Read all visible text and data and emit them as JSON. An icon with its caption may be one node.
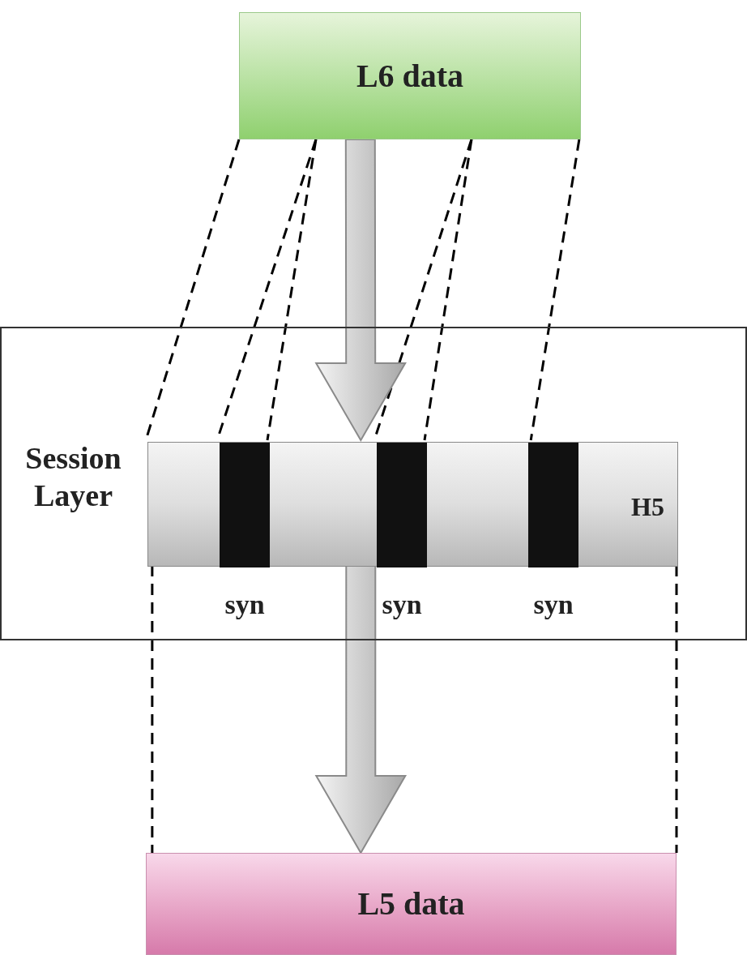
{
  "diagram": {
    "nodes": [
      {
        "text": [
          "L6 data"
        ]
      },
      {
        "text": [
          "Session Layer"
        ]
      },
      {
        "text": [
          "H5"
        ],
        "in": 1
      },
      {
        "text": [],
        "shape": "bar",
        "in": 2,
        "beside": [
          "syn"
        ]
      },
      {
        "text": [],
        "shape": "bar",
        "in": 2,
        "beside": [
          "syn"
        ]
      },
      {
        "text": [],
        "shape": "bar",
        "in": 2,
        "beside": [
          "syn"
        ]
      },
      {
        "text": [
          "L5 data"
        ]
      }
    ],
    "edges": [
      {
        "from": 0,
        "to": 2,
        "arrow": "none",
        "style": "dashed"
      },
      {
        "from": 0,
        "to": 3,
        "arrow": "none",
        "style": "dashed"
      },
      {
        "from": 0,
        "to": 3,
        "arrow": "none",
        "style": "dashed"
      },
      {
        "from": 0,
        "to": 4,
        "arrow": "none",
        "style": "dashed"
      },
      {
        "from": 0,
        "to": 4,
        "arrow": "none",
        "style": "dashed"
      },
      {
        "from": 0,
        "to": 5,
        "arrow": "none",
        "style": "dashed"
      },
      {
        "from": 2,
        "to": 6,
        "arrow": "none",
        "style": "dashed"
      },
      {
        "from": 2,
        "to": 6,
        "arrow": "none",
        "style": "dashed"
      },
      {
        "from": 0,
        "to": 2,
        "arrow": "to",
        "style": "thick"
      },
      {
        "from": 2,
        "to": 6,
        "arrow": "to",
        "style": "thick"
      }
    ]
  }
}
